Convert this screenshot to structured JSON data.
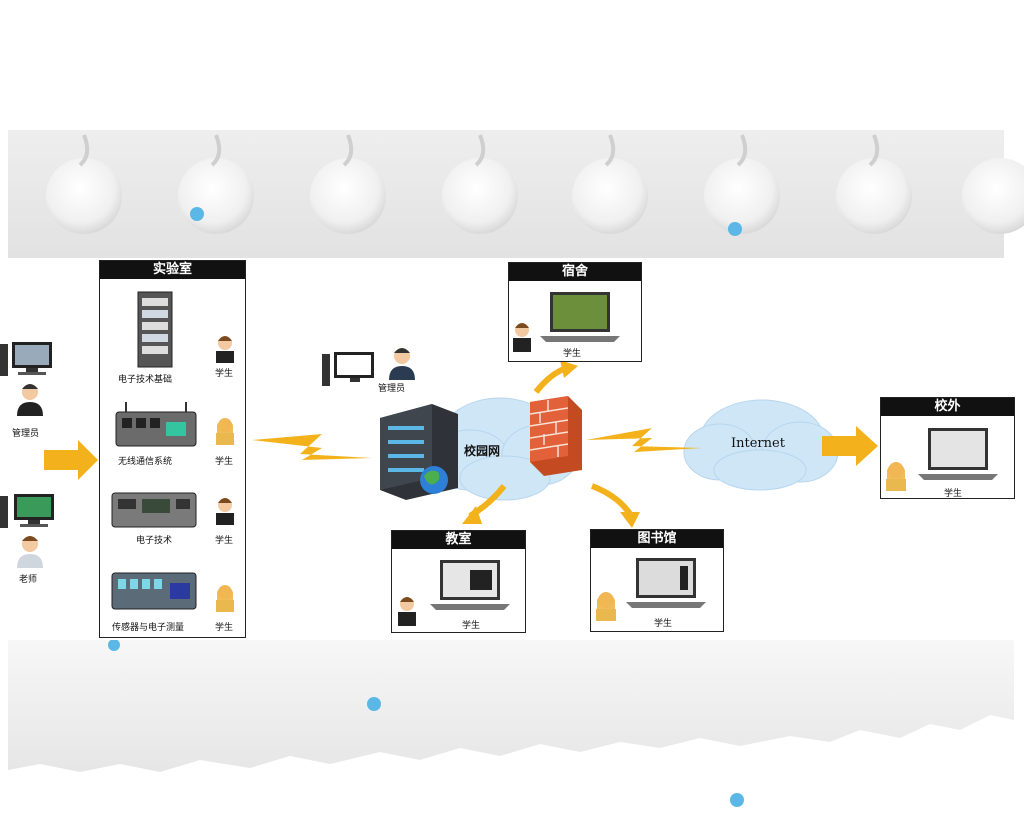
{
  "diagram": {
    "lab": {
      "title": "实验室",
      "items": [
        {
          "label": "电子技术基础",
          "role": "学生"
        },
        {
          "label": "无线通信系统",
          "role": "学生"
        },
        {
          "label": "电子技术",
          "role": "学生"
        },
        {
          "label": "传感器与电子测量",
          "role": "学生"
        }
      ]
    },
    "left_users": [
      {
        "label": "管理员"
      },
      {
        "label": "老师"
      }
    ],
    "server_admin": "管理员",
    "campus_net": "校园网",
    "internet": "Internet",
    "dorm": {
      "title": "宿舍",
      "role": "学生"
    },
    "classroom": {
      "title": "教室",
      "role": "学生"
    },
    "library": {
      "title": "图书馆",
      "role": "学生"
    },
    "offcampus": {
      "title": "校外",
      "role": "学生"
    },
    "colors": {
      "arrow": "#f3b21b",
      "lightning": "#f3b21b",
      "cloud": "#cfe6f7",
      "firewall": "#d9562b",
      "dot": "#5bb8e6",
      "header": "#111111"
    }
  }
}
